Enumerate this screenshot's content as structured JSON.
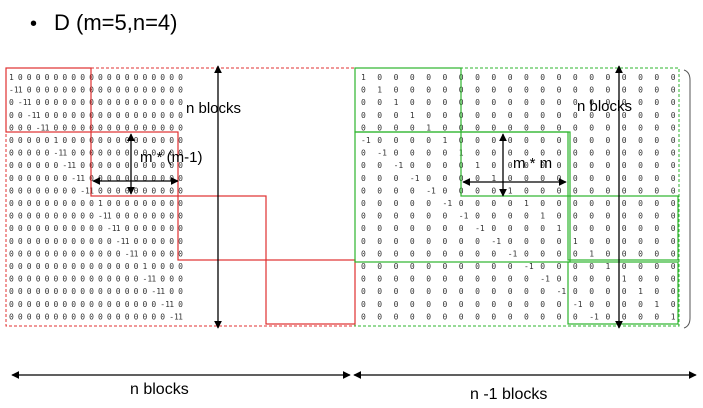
{
  "title": "D (m=5,n=4)",
  "bullet": "•",
  "m": 5,
  "n": 4,
  "colors": {
    "left": "#e03030",
    "right": "#2cb52c",
    "text": "#333333"
  },
  "labels": {
    "n_blocks_top": "n blocks",
    "m_m_minus_1": "m * (m-1)",
    "n_blocks_right": "n blocks",
    "m_times_m": "m * m",
    "n_blocks_bottom": "n blocks",
    "n_minus_1_blocks": "n -1 blocks"
  }
}
